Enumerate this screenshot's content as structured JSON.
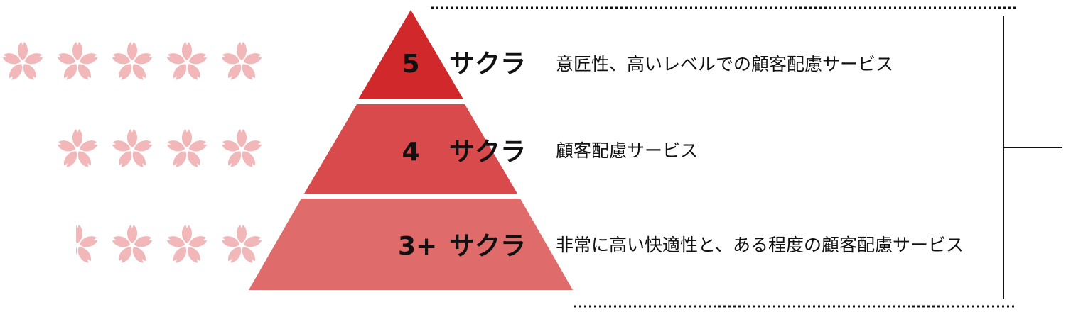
{
  "colors": {
    "tier_top": "#d1282b",
    "tier_mid": "#d84a4b",
    "tier_bottom": "#e06b6b",
    "blossom": "#f1b7b9",
    "line": "#111111"
  },
  "icons": {
    "rating_icon": "sakura-blossom-icon"
  },
  "tiers": [
    {
      "rank": "5",
      "name": "サクラ",
      "description": "意匠性、高いレベルでの顧客配慮サービス",
      "blossoms": 5
    },
    {
      "rank": "4",
      "name": "サクラ",
      "description": "顧客配慮サービス",
      "blossoms": 4
    },
    {
      "rank": "3+",
      "name": "サクラ",
      "description": "非常に高い快適性と、ある程度の顧客配慮サービス",
      "blossoms": 3.5
    }
  ]
}
